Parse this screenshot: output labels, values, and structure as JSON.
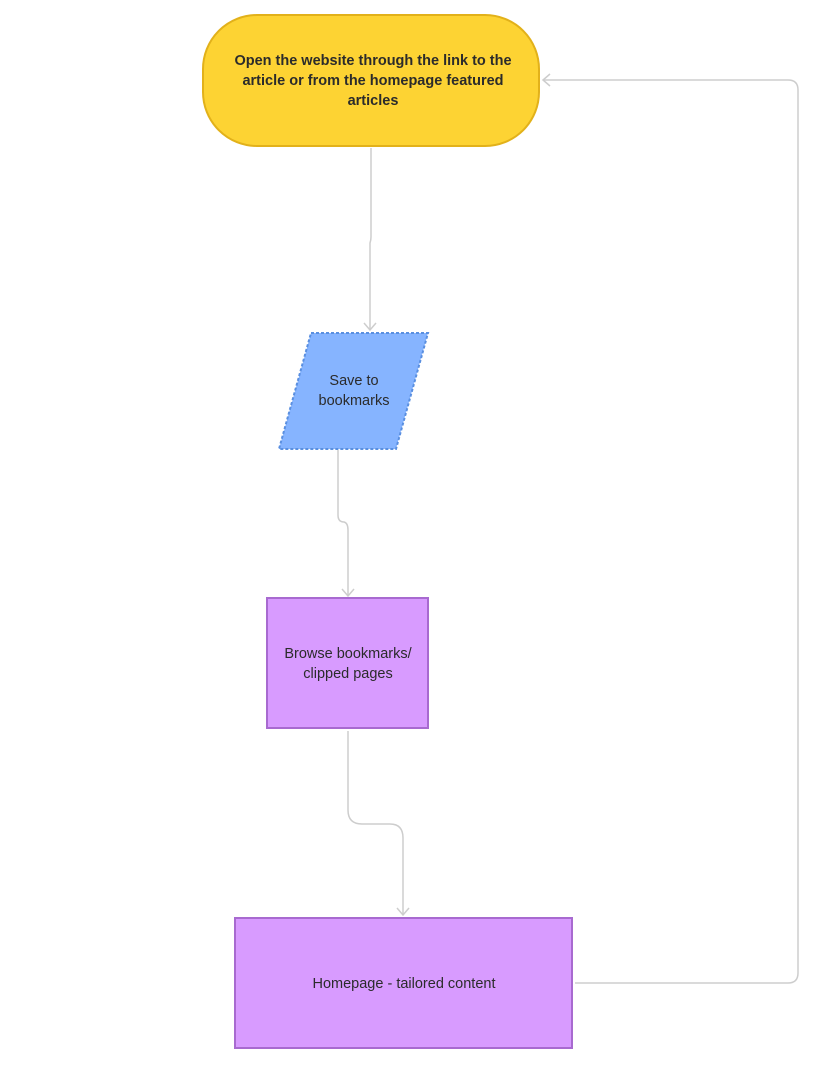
{
  "nodes": {
    "start": {
      "shape": "terminator",
      "label": "Open the website through the link to the article or from the homepage featured articles",
      "fill": "#FDD333",
      "stroke": "#E2B11A"
    },
    "save": {
      "shape": "parallelogram",
      "label": "Save to bookmarks",
      "fill": "#86B4FF",
      "stroke": "#5A8FE0"
    },
    "browse": {
      "shape": "process",
      "label": "Browse bookmarks/ clipped pages",
      "fill": "#D89BFF",
      "stroke": "#A86AD0"
    },
    "homepage": {
      "shape": "process",
      "label": "Homepage - tailored content",
      "fill": "#D89BFF",
      "stroke": "#A86AD0"
    }
  },
  "edges": [
    {
      "from": "start",
      "to": "save"
    },
    {
      "from": "save",
      "to": "browse"
    },
    {
      "from": "browse",
      "to": "homepage"
    },
    {
      "from": "homepage",
      "to": "start"
    }
  ],
  "connector_color": "#CDCDCD"
}
